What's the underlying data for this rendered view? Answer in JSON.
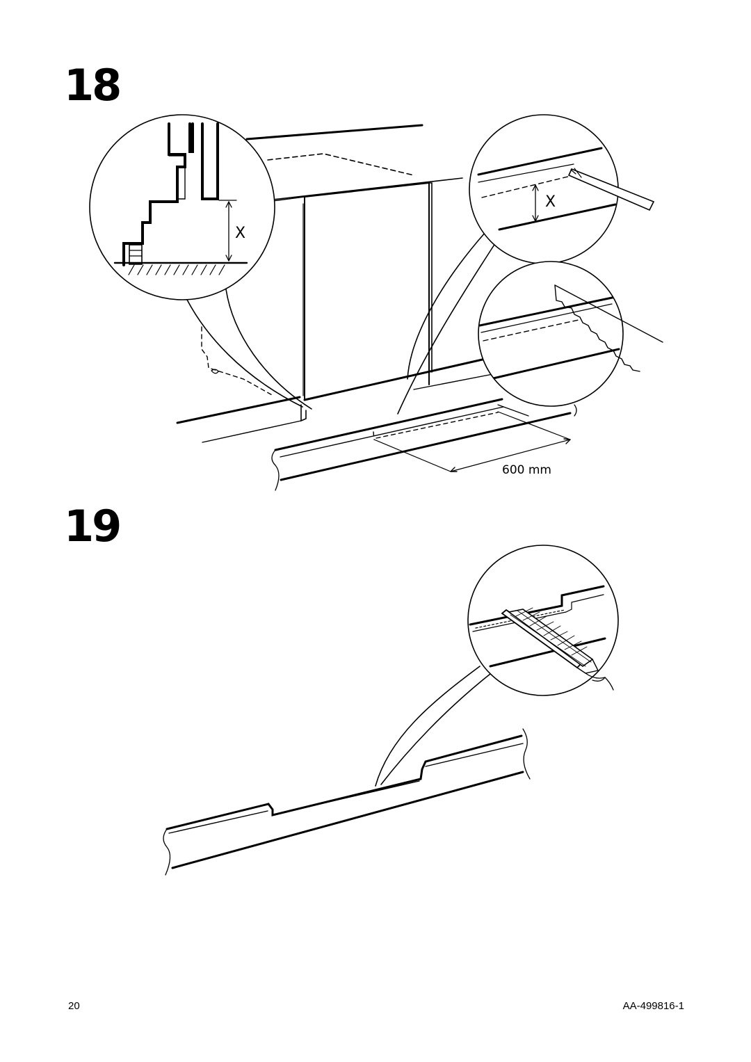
{
  "steps": [
    {
      "number": "18",
      "labels": {
        "x_left": "X",
        "x_right": "X",
        "measurement": "600 mm"
      }
    },
    {
      "number": "19"
    }
  ],
  "footer": {
    "page_number": "20",
    "document_id": "AA-499816-1"
  },
  "colors": {
    "ink": "#000000",
    "paper": "#ffffff"
  }
}
